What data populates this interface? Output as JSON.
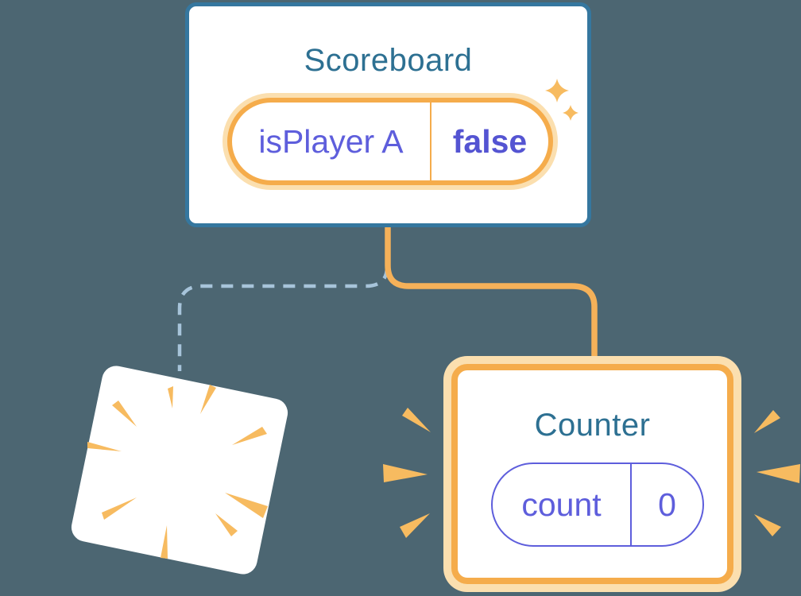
{
  "diagram": {
    "scoreboard": {
      "title": "Scoreboard",
      "state_pill": {
        "name": "isPlayer A",
        "value": "false"
      }
    },
    "counter": {
      "title": "Counter",
      "state_pill": {
        "name": "count",
        "value": "0"
      }
    },
    "icons": {
      "sparkles": "sparkle-icon",
      "poof_burst": "poof-burst-icon",
      "emphasis_left": "emphasis-rays-left-icon",
      "emphasis_right": "emphasis-rays-right-icon"
    },
    "colors": {
      "background": "#4C6672",
      "scoreboard_border_blue": "#35779F",
      "title_teal": "#2D7092",
      "state_purple": "#5E5EDC",
      "state_value_purple_bold": "#5454D2",
      "highlight_orange": "#F5AC4B",
      "highlight_orange_glow": "#FBDFAF",
      "connector_orange": "#F5B159",
      "burst_orange": "#F7BB60",
      "dashed_connector_blue": "#A7C4DA"
    }
  }
}
